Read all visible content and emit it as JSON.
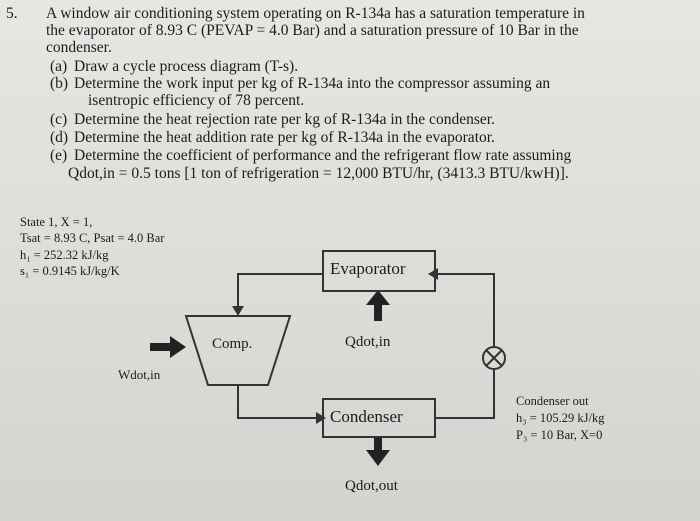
{
  "problem": {
    "number": "5.",
    "intro": [
      "A window air conditioning system operating on R-134a has a saturation temperature in",
      "the evaporator of 8.93 C (PEVAP = 4.0 Bar) and a saturation pressure of 10 Bar in the",
      "condenser."
    ],
    "parts": [
      {
        "label": "(a)",
        "lines": [
          "Draw a cycle process diagram (T-s)."
        ]
      },
      {
        "label": "(b)",
        "lines": [
          "Determine the work input per kg of R-134a into the compressor assuming an",
          "isentropic efficiency of 78 percent."
        ]
      },
      {
        "label": "(c)",
        "lines": [
          "Determine the heat rejection rate per kg of R-134a in the condenser."
        ]
      },
      {
        "label": "(d)",
        "lines": [
          "Determine the heat addition rate per kg of R-134a in the evaporator."
        ]
      },
      {
        "label": "(e)",
        "lines": [
          "Determine the coefficient of performance and the refrigerant flow rate assuming",
          "Qdot,in = 0.5 tons [1 ton of refrigeration = 12,000 BTU/hr, (3413.3 BTU/kwH)]."
        ]
      }
    ]
  },
  "state1": [
    "State 1, X = 1,",
    "Tsat = 8.93 C, Psat = 4.0 Bar",
    "h₁ = 252.32 kJ/kg",
    "s₁ = 0.9145 kJ/kg/K"
  ],
  "diagram": {
    "evaporator": "Evaporator",
    "condenser": "Condenser",
    "compressor": "Comp.",
    "qdot_in": "Qdot,in",
    "qdot_out": "Qdot,out",
    "wdot_in": "Wdot,in"
  },
  "condenser_out": [
    "Condenser out",
    "h₃ = 105.29 kJ/kg",
    "P₃ = 10 Bar, X=0"
  ],
  "icons": [
    "expansion-valve-icon",
    "arrow-up-icon",
    "arrow-down-icon",
    "arrow-right-icon"
  ]
}
